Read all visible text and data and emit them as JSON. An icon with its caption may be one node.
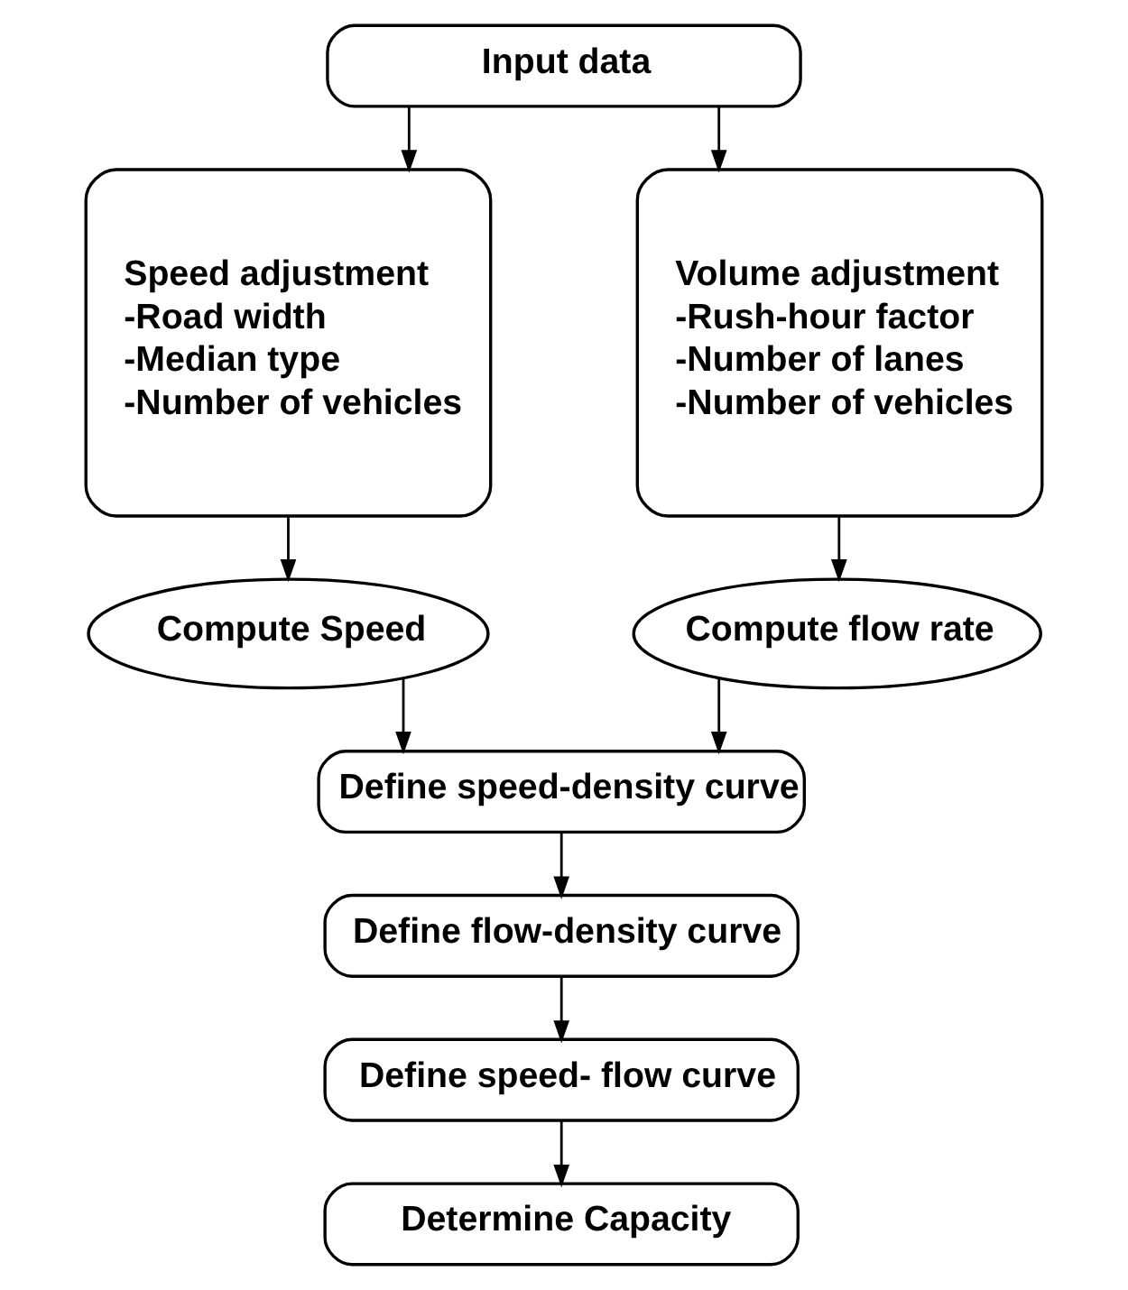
{
  "diagram": {
    "nodes": [
      {
        "text": [
          "Input data"
        ]
      },
      {
        "text": [
          "Speed adjustment",
          "-Road width",
          "-Median type",
          "-Number of vehicles"
        ]
      },
      {
        "text": [
          "Volume adjustment",
          "-Rush-hour factor",
          "-Number of lanes",
          "-Number of vehicles"
        ]
      },
      {
        "text": [
          "Compute Speed"
        ]
      },
      {
        "text": [
          "Compute flow rate"
        ]
      },
      {
        "text": [
          "Define speed-density curve"
        ]
      },
      {
        "text": [
          "Define flow-density curve"
        ]
      },
      {
        "text": [
          "Define speed- flow curve"
        ]
      },
      {
        "text": [
          "Determine Capacity"
        ]
      }
    ],
    "edges": [
      {
        "from": 0,
        "to": 1,
        "arrow": "to"
      },
      {
        "from": 0,
        "to": 2,
        "arrow": "to"
      },
      {
        "from": 1,
        "to": 3,
        "arrow": "to"
      },
      {
        "from": 2,
        "to": 4,
        "arrow": "to"
      },
      {
        "from": 3,
        "to": 5,
        "arrow": "to"
      },
      {
        "from": 4,
        "to": 5,
        "arrow": "to"
      },
      {
        "from": 5,
        "to": 6,
        "arrow": "to"
      },
      {
        "from": 6,
        "to": 7,
        "arrow": "to"
      },
      {
        "from": 7,
        "to": 8,
        "arrow": "to"
      }
    ]
  }
}
